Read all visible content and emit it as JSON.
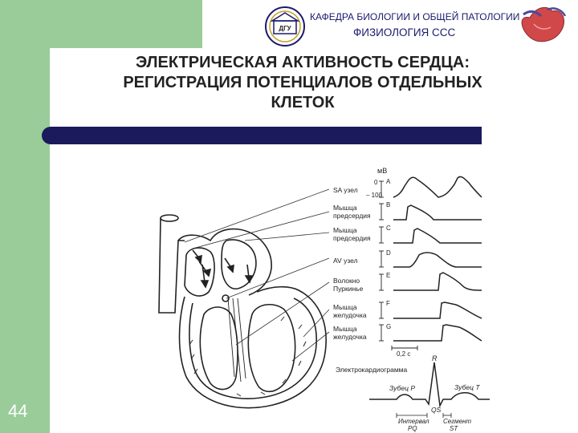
{
  "header": {
    "department": "КАФЕДРА БИОЛОГИИ И ОБЩЕЙ ПАТОЛОГИИ",
    "subject": "ФИЗИОЛОГИЯ ССС",
    "logo_letters": "ДГУ"
  },
  "title": {
    "line1": "ЭЛЕКТРИЧЕСКАЯ АКТИВНОСТЬ СЕРДЦА:",
    "line2": "РЕГИСТРАЦИЯ ПОТЕНЦИАЛОВ ОТДЕЛЬНЫХ",
    "line3": "КЛЕТОК"
  },
  "slide_number": "44",
  "figure": {
    "unit_label": "мВ",
    "zero_label": "0",
    "minus100_label": "– 100",
    "time_scale_label": "0,2 с",
    "rows": [
      {
        "letter": "A",
        "label_lines": [
          "SA узел"
        ]
      },
      {
        "letter": "B",
        "label_lines": [
          "Мышца",
          "предсердия"
        ]
      },
      {
        "letter": "C",
        "label_lines": [
          "Мышца",
          "предсердия"
        ]
      },
      {
        "letter": "D",
        "label_lines": [
          "AV узел"
        ]
      },
      {
        "letter": "E",
        "label_lines": [
          "Волокно",
          "Пуркинье"
        ]
      },
      {
        "letter": "F",
        "label_lines": [
          "Мышца",
          "желудочка"
        ]
      },
      {
        "letter": "G",
        "label_lines": [
          "Мышца",
          "желудочка"
        ]
      }
    ],
    "ecg": {
      "title": "Электрокардиограмма",
      "r_label": "R",
      "p_label": "Зубец P",
      "t_label": "Зубец T",
      "qs_label": "QS",
      "pq_line1": "Интервал",
      "pq_line2": "PQ",
      "st_line1": "Сегмент",
      "st_line2": "ST"
    }
  }
}
